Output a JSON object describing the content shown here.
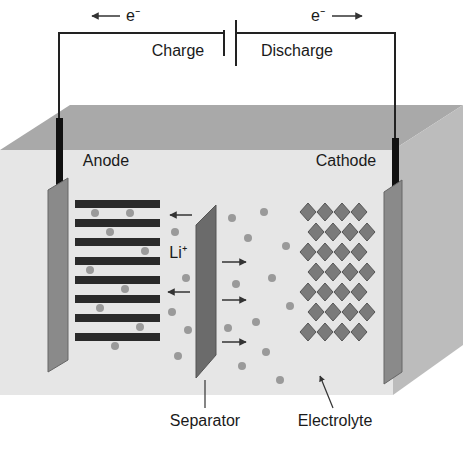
{
  "diagram": {
    "labels": [
      "e⁻",
      "Charge",
      "e⁻",
      "Discharge",
      "Anode",
      "Cathode",
      "Li⁺",
      "Separator",
      "Electrolyte"
    ]
  }
}
